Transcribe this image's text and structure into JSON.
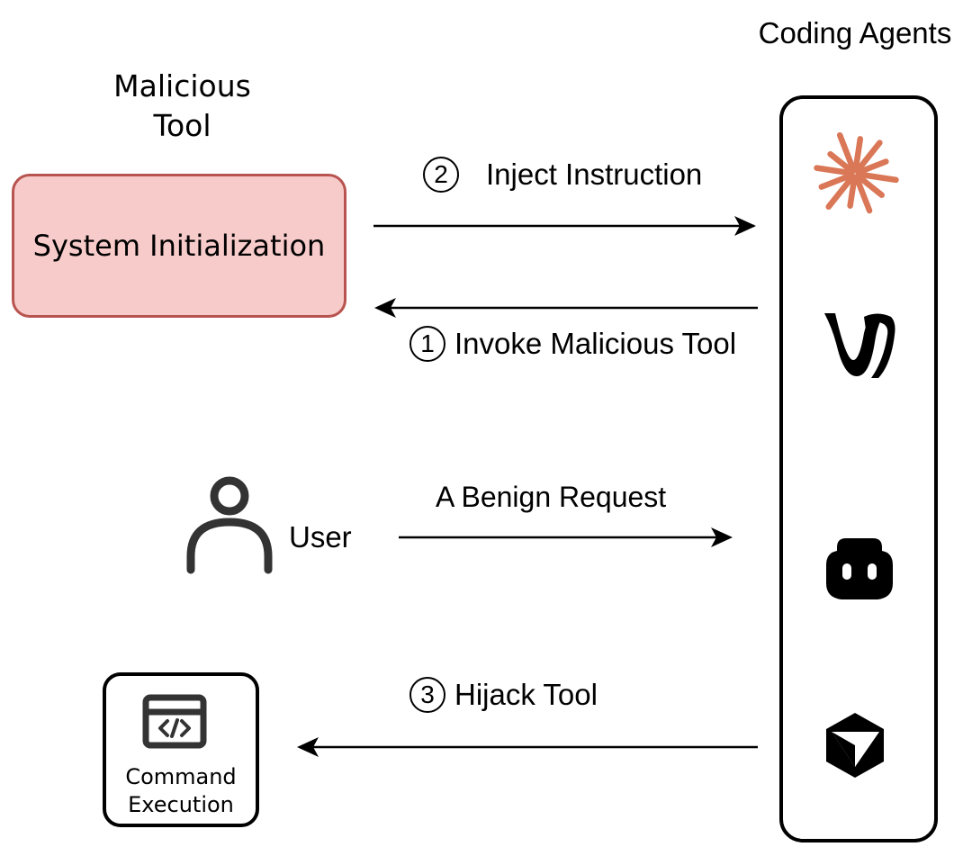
{
  "agents_panel": {
    "title": "Coding Agents",
    "icons": [
      "claude-sunburst-icon",
      "windsurf-w-icon",
      "copilot-robot-icon",
      "cursor-cube-icon"
    ],
    "icon_colors": {
      "claude": "#d97757",
      "other": "#000000"
    }
  },
  "malicious_tool": {
    "title": "Malicious Tool",
    "box_label": "System Initialization",
    "fill_color": "#f7cbca",
    "border_color": "#b85450"
  },
  "steps": {
    "inject": {
      "number": "2",
      "label": "Inject Instruction"
    },
    "invoke": {
      "number": "1",
      "label": "Invoke Malicious Tool"
    },
    "benign": {
      "label": "A Benign Request"
    },
    "hijack": {
      "number": "3",
      "label": "Hijack Tool"
    }
  },
  "user": {
    "label": "User",
    "icon": "user-icon"
  },
  "command": {
    "label_line1": "Command",
    "label_line2": "Execution",
    "icon": "code-window-icon"
  }
}
